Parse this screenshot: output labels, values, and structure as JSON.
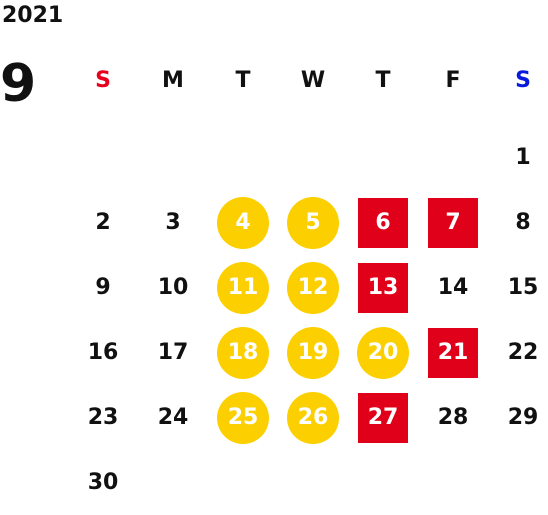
{
  "calendar": {
    "year": "2021",
    "month": "9",
    "weekdays": [
      {
        "label": "S",
        "color": "#e8001c"
      },
      {
        "label": "M",
        "color": "#111111"
      },
      {
        "label": "T",
        "color": "#111111"
      },
      {
        "label": "W",
        "color": "#111111"
      },
      {
        "label": "T",
        "color": "#111111"
      },
      {
        "label": "F",
        "color": "#111111"
      },
      {
        "label": "S",
        "color": "#0a1adc"
      }
    ],
    "colors": {
      "weekend_circle": "#fcd000",
      "holiday_square": "#e0001a"
    },
    "first_weekday_index": 6,
    "days": [
      {
        "day": "1",
        "mark": "none"
      },
      {
        "day": "2",
        "mark": "none"
      },
      {
        "day": "3",
        "mark": "none"
      },
      {
        "day": "4",
        "mark": "yellow"
      },
      {
        "day": "5",
        "mark": "yellow"
      },
      {
        "day": "6",
        "mark": "red"
      },
      {
        "day": "7",
        "mark": "red"
      },
      {
        "day": "8",
        "mark": "none"
      },
      {
        "day": "9",
        "mark": "none"
      },
      {
        "day": "10",
        "mark": "none"
      },
      {
        "day": "11",
        "mark": "yellow"
      },
      {
        "day": "12",
        "mark": "yellow"
      },
      {
        "day": "13",
        "mark": "red"
      },
      {
        "day": "14",
        "mark": "none"
      },
      {
        "day": "15",
        "mark": "none"
      },
      {
        "day": "16",
        "mark": "none"
      },
      {
        "day": "17",
        "mark": "none"
      },
      {
        "day": "18",
        "mark": "yellow"
      },
      {
        "day": "19",
        "mark": "yellow"
      },
      {
        "day": "20",
        "mark": "yellow"
      },
      {
        "day": "21",
        "mark": "red"
      },
      {
        "day": "22",
        "mark": "none"
      },
      {
        "day": "23",
        "mark": "none"
      },
      {
        "day": "24",
        "mark": "none"
      },
      {
        "day": "25",
        "mark": "yellow"
      },
      {
        "day": "26",
        "mark": "yellow"
      },
      {
        "day": "27",
        "mark": "red"
      },
      {
        "day": "28",
        "mark": "none"
      },
      {
        "day": "29",
        "mark": "none"
      },
      {
        "day": "30",
        "mark": "none"
      }
    ]
  }
}
